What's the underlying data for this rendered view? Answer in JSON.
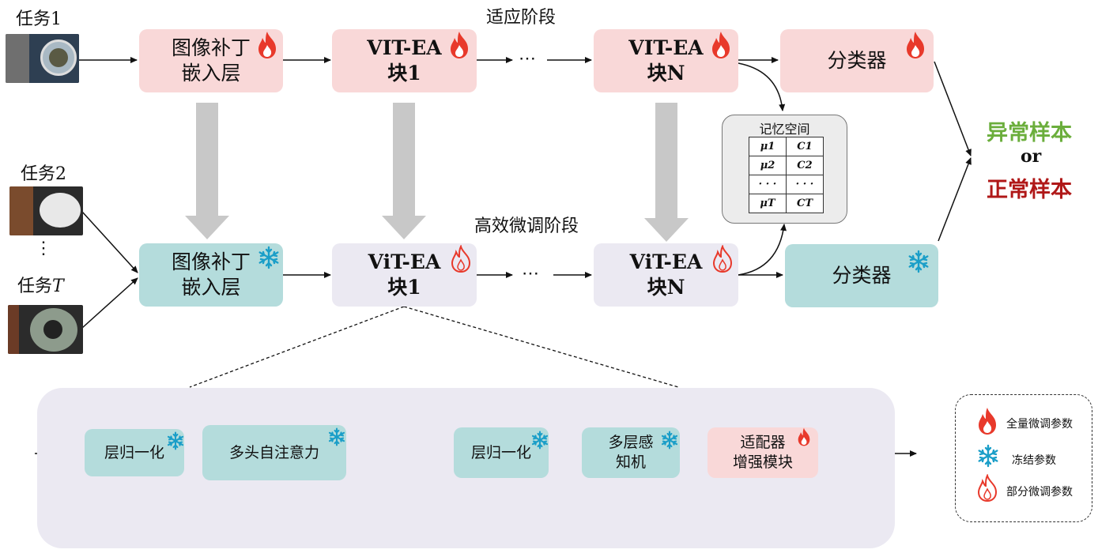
{
  "stage_titles": {
    "adapt": "适应阶段",
    "finetune": "高效微调阶段"
  },
  "tasks": {
    "task1": "任务1",
    "task2": "任务2",
    "dots": "⋮",
    "taskT_prefix": "任务",
    "taskT_var": "T"
  },
  "top_row": {
    "patch_embed": [
      "图像补丁",
      "嵌入层"
    ],
    "vit_block1": [
      "VIT-EA",
      "块1"
    ],
    "ellipsis": "⋯",
    "vit_blockN": [
      "VIT-EA",
      "块N"
    ],
    "classifier": "分类器"
  },
  "bottom_row": {
    "patch_embed": [
      "图像补丁",
      "嵌入层"
    ],
    "vit_block1": [
      "ViT-EA",
      "块1"
    ],
    "ellipsis": "⋯",
    "vit_blockN": [
      "ViT-EA",
      "块N"
    ],
    "classifier": "分类器"
  },
  "memory": {
    "title": "记忆空间",
    "rows": [
      [
        "μ1",
        "C1"
      ],
      [
        "μ2",
        "C2"
      ],
      [
        "· · ·",
        "· · ·"
      ],
      [
        "μT",
        "CT"
      ]
    ]
  },
  "result": {
    "anomaly": "异常样本",
    "or": "or",
    "normal": "正常样本",
    "anomaly_color": "#6bae3c",
    "normal_color": "#b01818"
  },
  "detail": {
    "layernorm1": "层归一化",
    "mhsa": "多头自注意力",
    "layernorm2": "层归一化",
    "mlp": [
      "多层感",
      "知机"
    ],
    "adapter": [
      "适配器",
      "增强模块"
    ]
  },
  "legend": {
    "full": "全量微调参数",
    "frozen": "冻结参数",
    "partial": "部分微调参数"
  },
  "colors": {
    "pink": "#f9d8d8",
    "teal": "#b4dcdc",
    "lavender": "#ebe9f2",
    "flame": "#e8392b",
    "snow": "#1a9ec8"
  },
  "icons": [
    "fire-icon",
    "snowflake-icon",
    "fire-outline-icon",
    "plus-circle-icon"
  ]
}
